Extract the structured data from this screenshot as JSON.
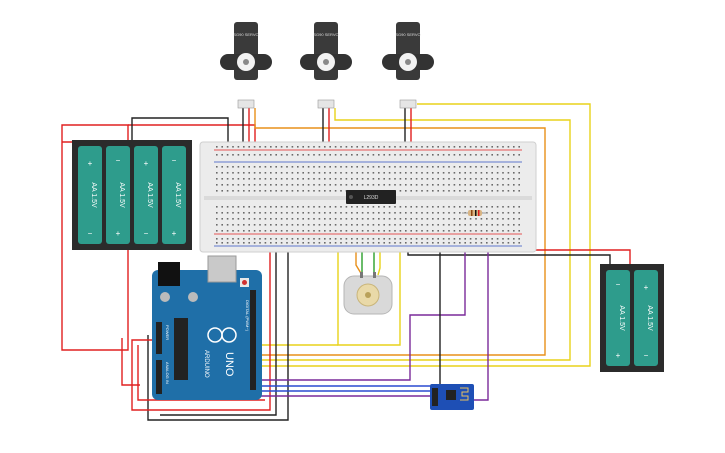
{
  "colors": {
    "background": "#ffffff",
    "wire_red": "#e02020",
    "wire_black": "#222222",
    "wire_yellow": "#e8d21a",
    "wire_orange": "#e8901a",
    "wire_green": "#2aa02a",
    "wire_purple": "#7a2a9a",
    "wire_blue": "#2a4ad0",
    "battery_body": "#2b2b2b",
    "battery_cell": "#2e9c8c",
    "arduino_board": "#1f6fa8",
    "breadboard": "#ececec"
  },
  "servos": [
    {
      "label": "SG90 SERVO"
    },
    {
      "label": "SG90 SERVO"
    },
    {
      "label": "SG90 SERVO"
    }
  ],
  "battery_left": {
    "cells": [
      {
        "text": "AA 1.5V",
        "plus": "+",
        "minus": "−"
      },
      {
        "text": "AA 1.5V",
        "plus": "+",
        "minus": "−"
      },
      {
        "text": "AA 1.5V",
        "plus": "+",
        "minus": "−"
      },
      {
        "text": "AA 1.5V",
        "plus": "+",
        "minus": "−"
      }
    ]
  },
  "battery_right": {
    "cells": [
      {
        "text": "AA 1.5V",
        "plus": "+",
        "minus": "−"
      },
      {
        "text": "AA 1.5V",
        "plus": "+",
        "minus": "−"
      }
    ]
  },
  "arduino": {
    "model": "UNO",
    "brand": "ARDUINO",
    "power_label": "POWER",
    "analog_label": "ANALOG IN",
    "digital_label": "DIGITAL (PWM~)"
  },
  "driver_chip": {
    "label": "L293D"
  },
  "motor": {
    "name": "DC motor"
  },
  "wifi_module": {
    "name": "ESP8266"
  }
}
